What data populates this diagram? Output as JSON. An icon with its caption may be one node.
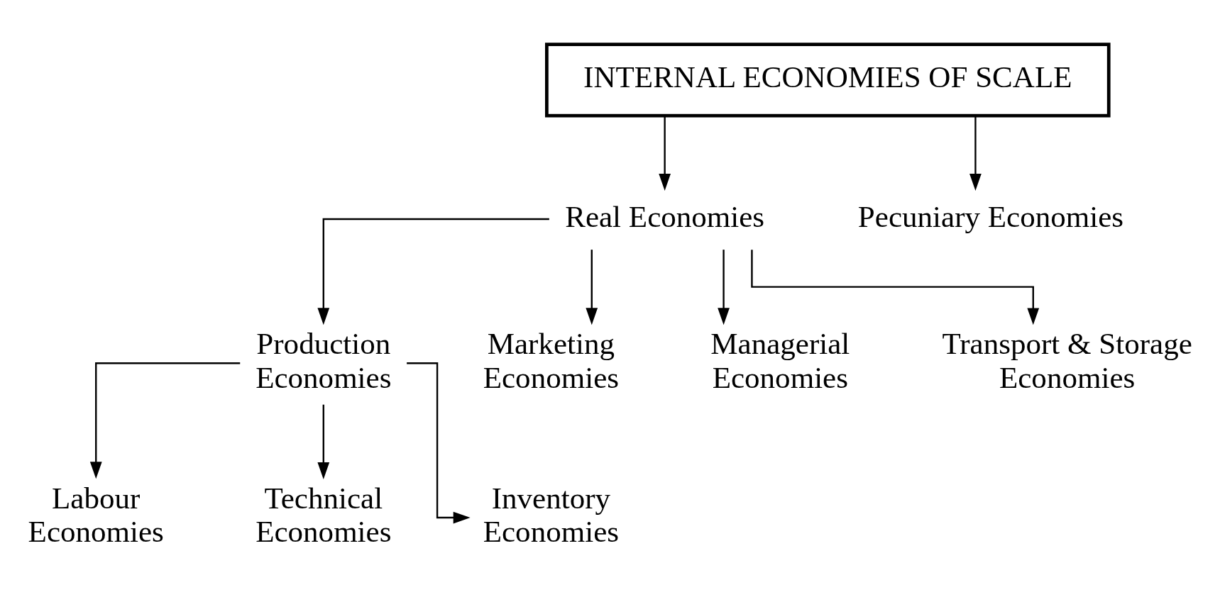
{
  "diagram": {
    "nodes": [
      {
        "text": [
          "INTERNAL ECONOMIES OF SCALE"
        ]
      },
      {
        "text": [
          "Real Economies"
        ]
      },
      {
        "text": [
          "Pecuniary Economies"
        ]
      },
      {
        "text": [
          "Production Economies"
        ]
      },
      {
        "text": [
          "Marketing Economies"
        ]
      },
      {
        "text": [
          "Managerial Economies"
        ]
      },
      {
        "text": [
          "Transport & Storage Economies"
        ]
      },
      {
        "text": [
          "Labour Economies"
        ]
      },
      {
        "text": [
          "Technical Economies"
        ]
      },
      {
        "text": [
          "Inventory Economies"
        ]
      }
    ],
    "edges": [
      {
        "from": 0,
        "to": 1,
        "arrow": "to"
      },
      {
        "from": 0,
        "to": 2,
        "arrow": "to"
      },
      {
        "from": 1,
        "to": 3,
        "arrow": "to"
      },
      {
        "from": 1,
        "to": 4,
        "arrow": "to"
      },
      {
        "from": 1,
        "to": 5,
        "arrow": "to"
      },
      {
        "from": 1,
        "to": 6,
        "arrow": "to"
      },
      {
        "from": 3,
        "to": 7,
        "arrow": "to"
      },
      {
        "from": 3,
        "to": 8,
        "arrow": "to"
      },
      {
        "from": 3,
        "to": 9,
        "arrow": "to"
      }
    ]
  }
}
